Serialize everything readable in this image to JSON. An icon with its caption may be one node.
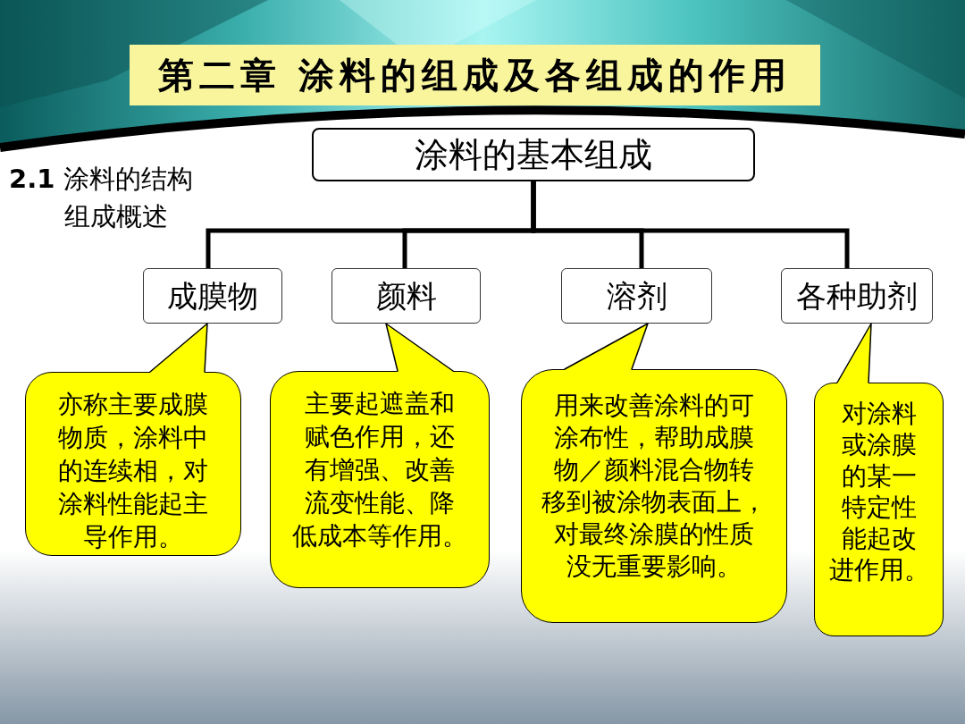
{
  "diagram": {
    "title": "第二章 涂料的组成及各组成的作用",
    "nodes": [
      {
        "text": [
          "涂料的基本组成"
        ]
      },
      {
        "text": [
          "成膜物"
        ]
      },
      {
        "text": [
          "颜料"
        ]
      },
      {
        "text": [
          "溶剂"
        ]
      },
      {
        "text": [
          "各种助剂"
        ]
      },
      {
        "text": [
          "亦称主要成膜物质，涂料中的连续相，对涂料性能起主导作用。"
        ]
      },
      {
        "text": [
          "主要起遮盖和赋色作用，还有增强、改善流变性能、降低成本等作用。"
        ]
      },
      {
        "text": [
          "用来改善涂料的可涂布性，帮助成膜物／颜料混合物转移到被涂物表面上，对最终涂膜的性质没无重要影响。"
        ]
      },
      {
        "text": [
          "对涂料或涂膜的某一特定性能起改进作用。"
        ]
      }
    ],
    "edges": [
      {
        "from": 0,
        "to": 1,
        "arrow": "none",
        "style": "thick"
      },
      {
        "from": 0,
        "to": 2,
        "arrow": "none",
        "style": "thick"
      },
      {
        "from": 0,
        "to": 3,
        "arrow": "none",
        "style": "thick"
      },
      {
        "from": 0,
        "to": 4,
        "arrow": "none",
        "style": "thick"
      },
      {
        "from": 5,
        "to": 1,
        "arrow": "none"
      },
      {
        "from": 6,
        "to": 2,
        "arrow": "none"
      },
      {
        "from": 7,
        "to": 3,
        "arrow": "none"
      },
      {
        "from": 8,
        "to": 4,
        "arrow": "none"
      }
    ],
    "labels": [
      "**2.1** 涂料的结构组成概述"
    ]
  }
}
